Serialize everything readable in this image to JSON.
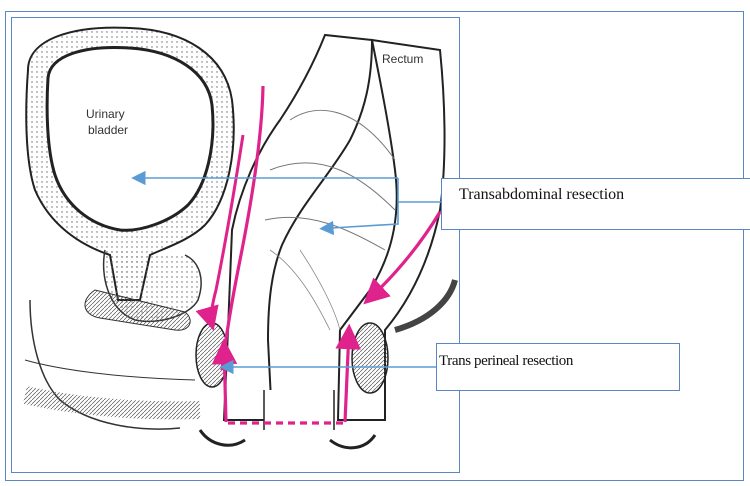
{
  "labels": {
    "transabdominal": "Transabdominal resection",
    "transperineal": "Trans perineal resection",
    "rectum": "Rectum",
    "bladder_line1": "Urinary",
    "bladder_line2": "bladder"
  },
  "colors": {
    "box_border": "#5b86c4",
    "arrow_blue": "#5b9bd5",
    "arrow_magenta": "#e0228c",
    "ink": "#2a2a2a"
  }
}
